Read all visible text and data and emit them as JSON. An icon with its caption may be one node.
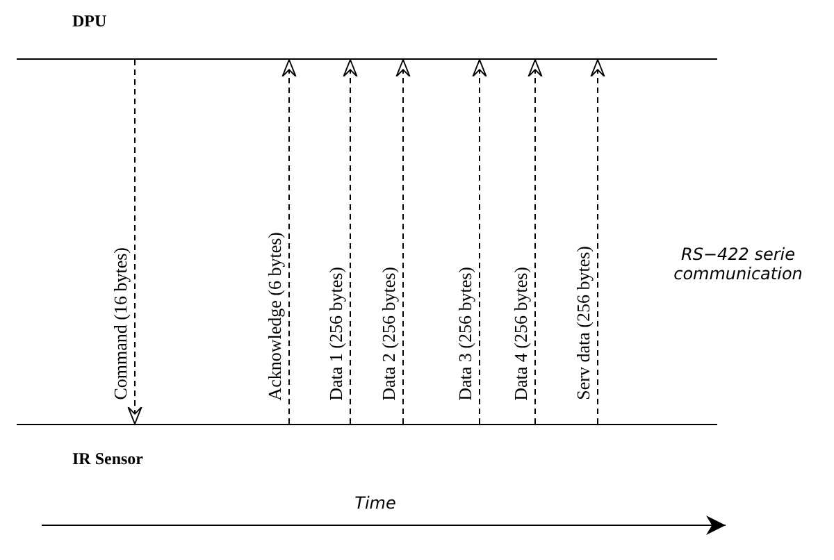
{
  "diagram": {
    "nodes": [
      {
        "text": [
          "DPU"
        ]
      },
      {
        "text": [
          "IR Sensor"
        ]
      }
    ],
    "edges": [
      {
        "from": 0,
        "to": 1,
        "arrow": "to",
        "label": "Command (16 bytes)",
        "style": "dashed"
      },
      {
        "from": 1,
        "to": 0,
        "arrow": "to",
        "label": "Acknowledge (6 bytes)",
        "style": "dashed"
      },
      {
        "from": 1,
        "to": 0,
        "arrow": "to",
        "label": "Data 1 (256 bytes)",
        "style": "dashed"
      },
      {
        "from": 1,
        "to": 0,
        "arrow": "to",
        "label": "Data 2 (256 bytes)",
        "style": "dashed"
      },
      {
        "from": 1,
        "to": 0,
        "arrow": "to",
        "label": "Data 3 (256 bytes)",
        "style": "dashed"
      },
      {
        "from": 1,
        "to": 0,
        "arrow": "to",
        "label": "Data 4 (256 bytes)",
        "style": "dashed"
      },
      {
        "from": 1,
        "to": 0,
        "arrow": "to",
        "label": "Serv data (256 bytes)",
        "style": "dashed"
      }
    ],
    "labels": [
      "RS−422 serie communication",
      "Time"
    ]
  }
}
